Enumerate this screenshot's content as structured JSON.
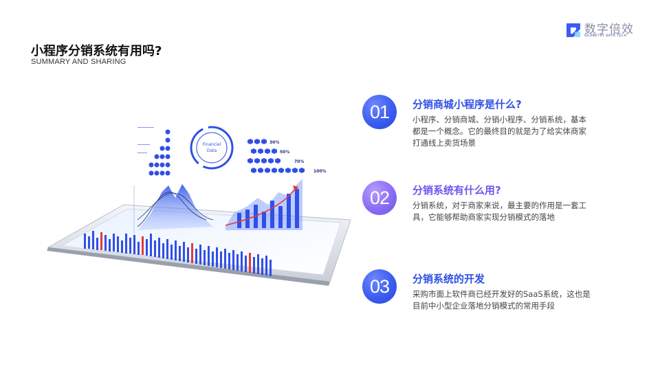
{
  "brand": {
    "cn": "数字倍效",
    "en": "GEOMETRY DATA TECH",
    "accent": "#2f4fe6"
  },
  "header": {
    "title": "小程序分销系统有用吗?",
    "subtitle": "SUMMARY AND SHARING"
  },
  "illustration": {
    "circle_text_1": "Financial",
    "circle_text_2": "Data",
    "pct_1": "30%",
    "pct_2": "50%",
    "pct_3": "70%",
    "pct_4": "100%"
  },
  "items": [
    {
      "num": "01",
      "title": "分销商城小程序是什么?",
      "desc": "小程序、分销商城、分销小程序、分销系统，基本都是一个概念。它的最终目的就是为了给实体商家打通线上卖货场景",
      "color": "#2f4fe6"
    },
    {
      "num": "02",
      "title": "分销系统有什么用?",
      "desc": "分销系统，对于商家来说，最主要的作用是一套工具，它能够帮助商家实现分销模式的落地",
      "color": "#6e54f0"
    },
    {
      "num": "03",
      "title": "分销系统的开发",
      "desc": "采购市面上软件商已经开发好的SaaS系统，这也是目前中小型企业落地分销模式的常用手段",
      "color": "#2f4fe6"
    }
  ]
}
